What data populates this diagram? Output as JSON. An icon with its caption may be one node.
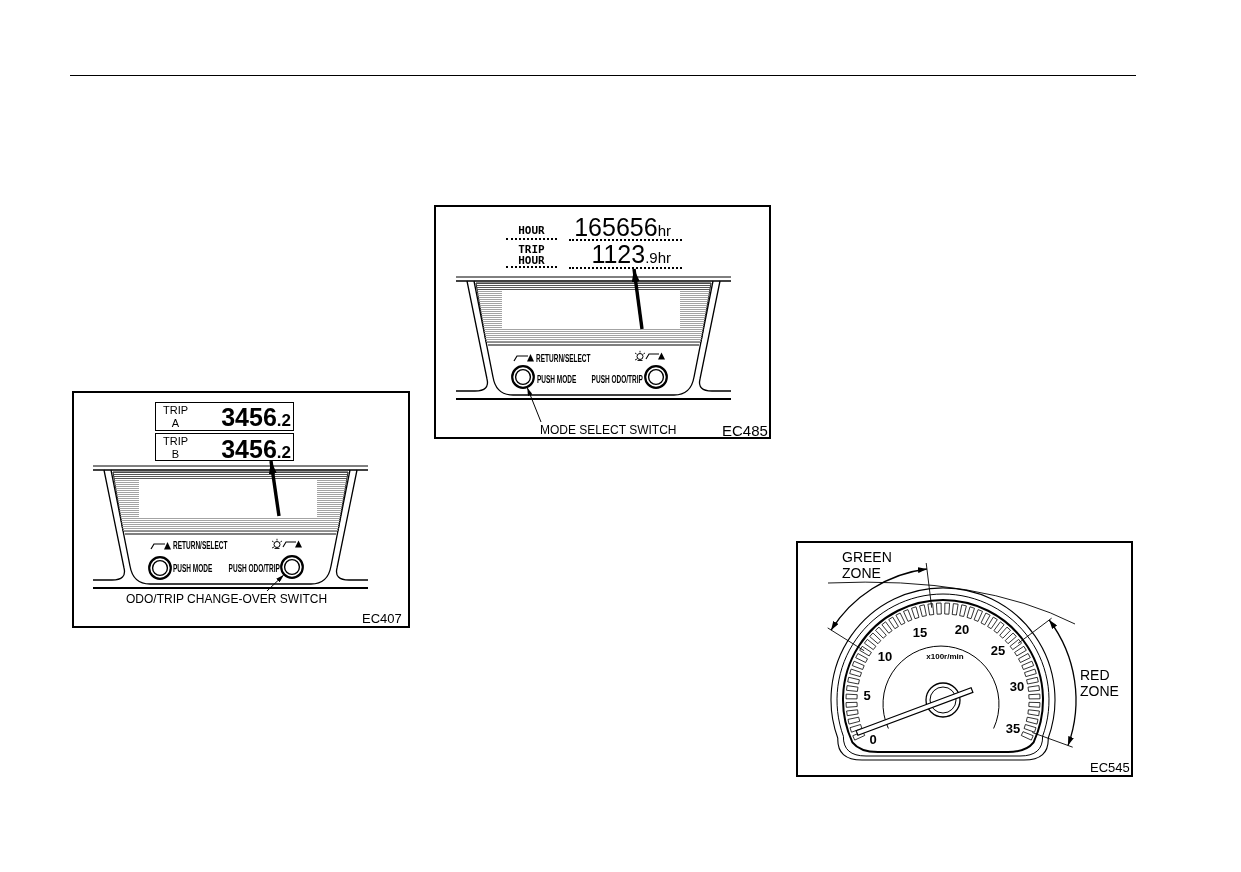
{
  "diagram": {
    "nodes": [
      {
        "text": [
          "EC407"
        ]
      },
      {
        "text": [
          "TRIP A",
          "3456.2"
        ],
        "in": 0
      },
      {
        "text": [
          "TRIP B",
          "3456.2"
        ],
        "in": 0
      },
      {
        "text": [],
        "shape": "circle",
        "beside": [
          "PUSH MODE"
        ],
        "in": 0
      },
      {
        "text": [],
        "shape": "circle",
        "beside": [
          "PUSH ODO/TRIP"
        ],
        "in": 0
      },
      {
        "text": [
          "ODO/TRIP CHANGE-OVER SWITCH"
        ],
        "in": 0
      },
      {
        "text": [
          "EC485"
        ]
      },
      {
        "text": [
          "1123.9hr"
        ],
        "in": 6
      },
      {
        "text": [],
        "shape": "circle",
        "beside": [
          "PUSH MODE"
        ],
        "in": 6
      },
      {
        "text": [],
        "shape": "circle",
        "beside": [
          "PUSH ODO/TRIP"
        ],
        "in": 6
      },
      {
        "text": [
          "MODE SELECT SWITCH"
        ],
        "in": 6
      },
      {
        "text": [
          "EC545"
        ]
      }
    ],
    "edges": [
      {
        "from": null,
        "to": 2,
        "arrow": "to",
        "style": "thick"
      },
      {
        "from": 5,
        "to": 4,
        "arrow": "to"
      },
      {
        "from": null,
        "to": 7,
        "arrow": "to",
        "style": "thick"
      },
      {
        "from": 10,
        "to": 8,
        "arrow": "to"
      }
    ],
    "labels": [
      "RETURN/SELECT",
      "HOUR",
      "165656hr",
      "TRIP HOUR",
      "RETURN/SELECT",
      "GREEN ZONE",
      "RED ZONE",
      "x100r/min",
      "0",
      "5",
      "10",
      "15",
      "20",
      "25",
      "30",
      "35"
    ]
  }
}
